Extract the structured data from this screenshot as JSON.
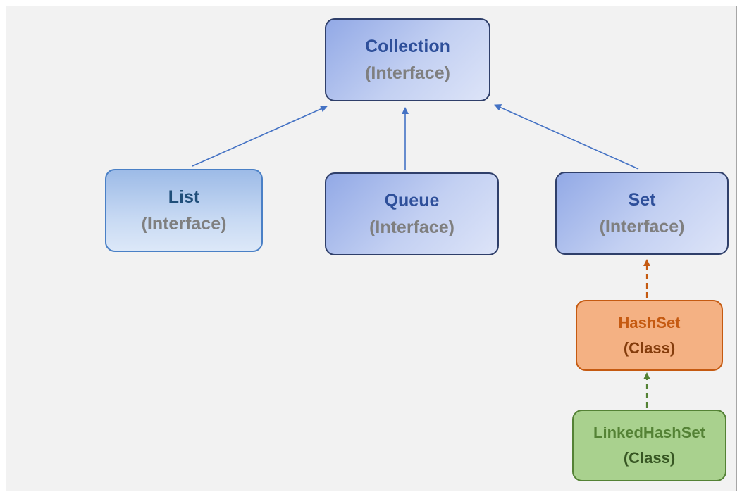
{
  "nodes": {
    "collection": {
      "name": "Collection",
      "kind": "(Interface)"
    },
    "list": {
      "name": "List",
      "kind": "(Interface)"
    },
    "queue": {
      "name": "Queue",
      "kind": "(Interface)"
    },
    "set": {
      "name": "Set",
      "kind": "(Interface)"
    },
    "hashset": {
      "name": "HashSet",
      "kind": "(Class)"
    },
    "linkedhashset": {
      "name": "LinkedHashSet",
      "kind": "(Class)"
    }
  },
  "edges": [
    {
      "from": "list",
      "to": "collection",
      "style": "solid",
      "color": "#4472c4"
    },
    {
      "from": "queue",
      "to": "collection",
      "style": "solid",
      "color": "#4472c4"
    },
    {
      "from": "set",
      "to": "collection",
      "style": "solid",
      "color": "#4472c4"
    },
    {
      "from": "hashset",
      "to": "set",
      "style": "dashed",
      "color": "#c55a11"
    },
    {
      "from": "linkedhashset",
      "to": "hashset",
      "style": "dashed",
      "color": "#548235"
    }
  ]
}
